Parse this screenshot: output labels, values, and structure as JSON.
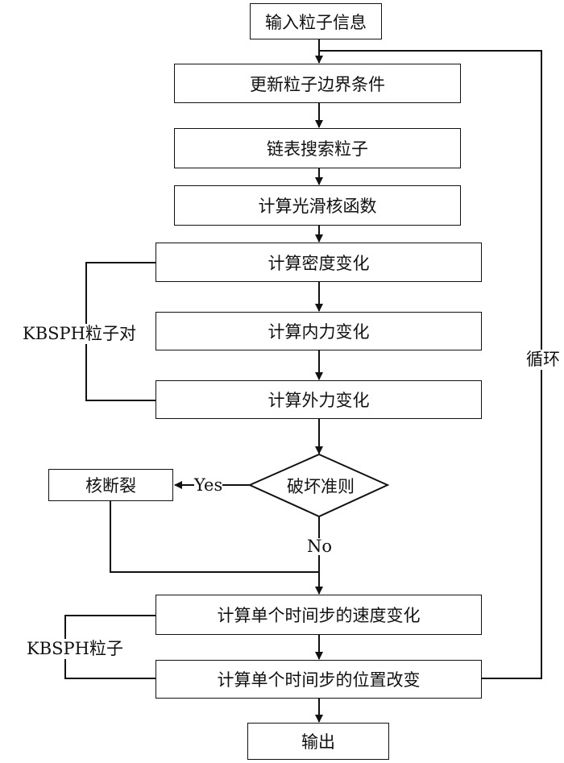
{
  "steps": {
    "input": "输入粒子信息",
    "update_boundary": "更新粒子边界条件",
    "linked_list_search": "链表搜索粒子",
    "smoothing_kernel": "计算光滑核函数",
    "density_change": "计算密度变化",
    "internal_force": "计算内力变化",
    "external_force": "计算外力变化",
    "failure_criterion": "破坏准则",
    "bond_break": "核断裂",
    "velocity_change": "计算单个时间步的速度变化",
    "position_change": "计算单个时间步的位置改变",
    "output": "输出"
  },
  "labels": {
    "yes": "Yes",
    "no": "No",
    "loop": "循环",
    "kbsph_pair": "KBSPH粒子对",
    "kbsph_particle": "KBSPH粒子"
  }
}
